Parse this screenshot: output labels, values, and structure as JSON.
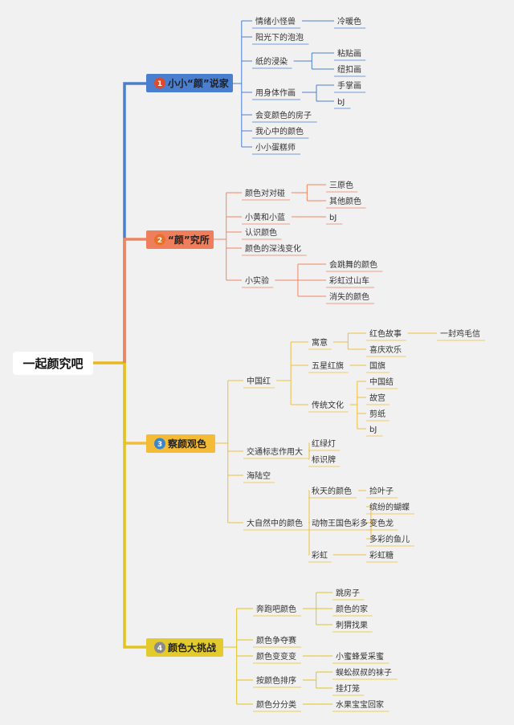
{
  "root": {
    "label": "一起颜究吧"
  },
  "branches": [
    {
      "num": "1",
      "label": "小小“颜”说家",
      "color": "#4a7fd0",
      "box": "#4a7fd0",
      "text": "#222222",
      "badge": "#e04a2a",
      "nodes": [
        {
          "label": "情绪小怪兽",
          "children": [
            {
              "label": "冷暖色"
            }
          ]
        },
        {
          "label": "阳光下的泡泡"
        },
        {
          "label": "纸的浸染",
          "children": [
            {
              "label": "粘贴画"
            },
            {
              "label": "纽扣画"
            }
          ]
        },
        {
          "label": "用身体作画",
          "children": [
            {
              "label": "手掌画"
            },
            {
              "label": "bJ"
            }
          ]
        },
        {
          "label": "会变颜色的房子"
        },
        {
          "label": "我心中的颜色"
        },
        {
          "label": "小小蛋糕师"
        }
      ]
    },
    {
      "num": "2",
      "label": "“颜”究所",
      "color": "#ee8560",
      "box": "#ef7f5c",
      "text": "#222222",
      "badge": "#e8712a",
      "nodes": [
        {
          "label": "颜色对对碰",
          "children": [
            {
              "label": "三原色"
            },
            {
              "label": "其他颜色"
            }
          ]
        },
        {
          "label": "小黄和小蓝",
          "children": [
            {
              "label": "bJ"
            }
          ]
        },
        {
          "label": "认识颜色"
        },
        {
          "label": "颜色的深浅变化"
        },
        {
          "label": "小实验",
          "children": [
            {
              "label": "会跳舞的颜色"
            },
            {
              "label": "彩虹过山车"
            },
            {
              "label": "消失的颜色"
            }
          ]
        }
      ]
    },
    {
      "num": "3",
      "label": "察颜观色",
      "color": "#f0be3c",
      "box": "#f3bb36",
      "text": "#222222",
      "badge": "#3b86c8",
      "nodes": [
        {
          "label": "中国红",
          "children": [
            {
              "label": "寓意",
              "children": [
                {
                  "label": "红色故事",
                  "children": [
                    {
                      "label": "一封鸡毛信"
                    }
                  ]
                },
                {
                  "label": "喜庆欢乐"
                }
              ]
            },
            {
              "label": "五星红旗",
              "children": [
                {
                  "label": "国旗"
                }
              ]
            },
            {
              "label": "传统文化",
              "children": [
                {
                  "label": "中国结"
                },
                {
                  "label": "故宫"
                },
                {
                  "label": "剪纸"
                },
                {
                  "label": "bJ"
                }
              ]
            }
          ]
        },
        {
          "label": "交通标志作用大",
          "children": [
            {
              "label": "红绿灯"
            },
            {
              "label": "标识牌"
            }
          ]
        },
        {
          "label": "海陆空"
        },
        {
          "label": "大自然中的颜色",
          "children": [
            {
              "label": "秋天的颜色",
              "children": [
                {
                  "label": "捡叶子"
                }
              ]
            },
            {
              "label": "动物王国色彩多",
              "children": [
                {
                  "label": "缤纷的蝴蝶"
                },
                {
                  "label": "变色龙"
                },
                {
                  "label": "多彩的鱼儿"
                }
              ]
            },
            {
              "label": "彩虹",
              "children": [
                {
                  "label": "彩虹糖"
                }
              ]
            }
          ]
        }
      ]
    },
    {
      "num": "4",
      "label": "颜色大挑战",
      "color": "#e2c420",
      "box": "#e3cb2e",
      "text": "#222222",
      "badge": "#8a8a8a",
      "nodes": [
        {
          "label": "奔跑吧颜色",
          "children": [
            {
              "label": "跳房子"
            },
            {
              "label": "颜色的家"
            },
            {
              "label": "刺猬找果"
            }
          ]
        },
        {
          "label": "颜色争夺赛"
        },
        {
          "label": "颜色变变变",
          "children": [
            {
              "label": "小蜜蜂爱采蜜"
            }
          ]
        },
        {
          "label": "按颜色排序",
          "children": [
            {
              "label": "蜈蚣叔叔的袜子"
            },
            {
              "label": "挂灯笼"
            }
          ]
        },
        {
          "label": "颜色分分类",
          "children": [
            {
              "label": "水果宝宝回家"
            }
          ]
        }
      ]
    }
  ]
}
